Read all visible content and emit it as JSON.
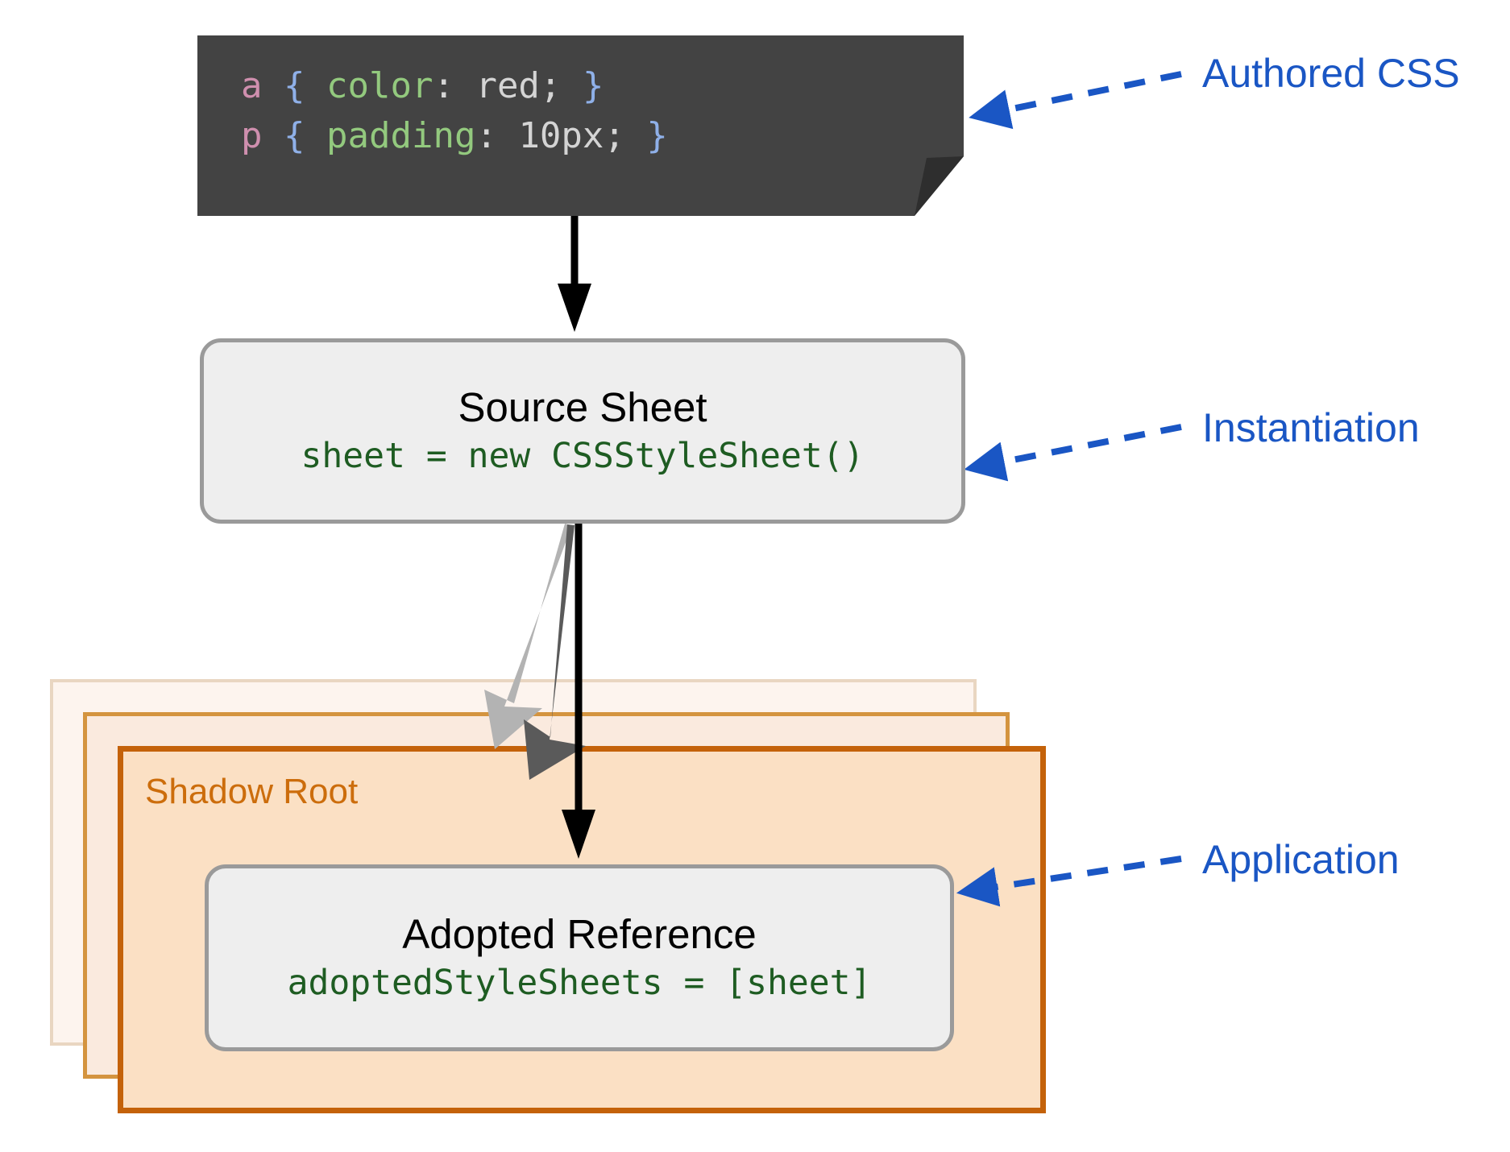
{
  "diagram": {
    "title": "Constructable Stylesheets adoption flow",
    "background": "#ffffff"
  },
  "code_block": {
    "name": "authored-css-snippet",
    "background": "#434343",
    "lines": [
      {
        "selector": "a",
        "open_brace": "{",
        "property": "color",
        "colon": ":",
        "value": "red",
        "semicolon": ";",
        "close_brace": "}",
        "full": "a { color: red; }"
      },
      {
        "selector": "p",
        "open_brace": "{",
        "property": "padding",
        "colon": ":",
        "value": "10px",
        "semicolon": ";",
        "close_brace": "}",
        "full": "p { padding: 10px; }"
      }
    ],
    "syntax_colors": {
      "selector": "#cf8fae",
      "brace": "#8fb0e8",
      "property": "#93c97e",
      "value": "#d4d4d4"
    }
  },
  "nodes": {
    "source_sheet": {
      "title": "Source Sheet",
      "code": "sheet = new CSSStyleSheet()",
      "fill": "#eeeeee",
      "border": "#9a9a9a",
      "code_color": "#1e5c22"
    },
    "adopted_reference": {
      "title": "Adopted Reference",
      "code": "adoptedStyleSheets = [sheet]",
      "fill": "#eeeeee",
      "border": "#9a9a9a",
      "code_color": "#1e5c22"
    }
  },
  "shadow_stack": {
    "label": "Shadow Root",
    "label_color": "#cc6d0c",
    "layers": [
      {
        "name": "back",
        "fill": "#fdf4ee",
        "border": "#e9d6c1"
      },
      {
        "name": "mid",
        "fill": "#faeade",
        "border": "#d4943f"
      },
      {
        "name": "front",
        "fill": "#fbe0c4",
        "border": "#c4620a"
      }
    ]
  },
  "annotations": {
    "color": "#1a56c4",
    "items": [
      {
        "id": "authored-css",
        "label": "Authored CSS"
      },
      {
        "id": "instantiation",
        "label": "Instantiation"
      },
      {
        "id": "application",
        "label": "Application"
      }
    ]
  },
  "arrows": {
    "flow": [
      {
        "id": "css-to-source",
        "from": "authored-css-snippet",
        "to": "source-sheet",
        "color": "#000000"
      },
      {
        "id": "source-to-back",
        "from": "source-sheet",
        "to": "shadow-layer-back",
        "color": "#b0b0b0"
      },
      {
        "id": "source-to-mid",
        "from": "source-sheet",
        "to": "shadow-layer-mid",
        "color": "#5a5a5a"
      },
      {
        "id": "source-to-adopted",
        "from": "source-sheet",
        "to": "adopted-reference",
        "color": "#000000"
      }
    ]
  }
}
